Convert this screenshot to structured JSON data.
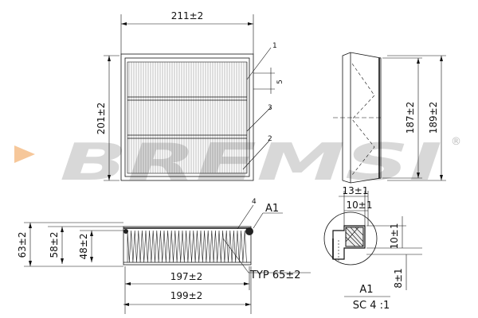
{
  "brand": {
    "watermark": "BREMSI",
    "registered_mark": "®",
    "triangle_color": "#f6c79a",
    "watermark_color": "#d8d8d8"
  },
  "top_view": {
    "width_dim": "211±2",
    "height_dim": "201±2",
    "margin_dim": "5",
    "callouts": [
      "1",
      "3",
      "2"
    ]
  },
  "side_view": {
    "inner_height_dim": "187±2",
    "outer_height_dim": "189±2"
  },
  "front_view": {
    "height_total_dim": "63±2",
    "height_mid_dim": "58±2",
    "height_inner_dim": "48±2",
    "width_inner_dim": "197±2",
    "width_outer_dim": "199±2",
    "pleat_label": "TYP 65±2",
    "callout_4": "4",
    "detail_ref": "A1"
  },
  "detail_view": {
    "width_outer_dim": "13±1",
    "width_inner_dim": "10±1",
    "height_dim": "10±1",
    "depth_dim": "8±1",
    "title": "A1",
    "scale": "SC 4 :1"
  }
}
